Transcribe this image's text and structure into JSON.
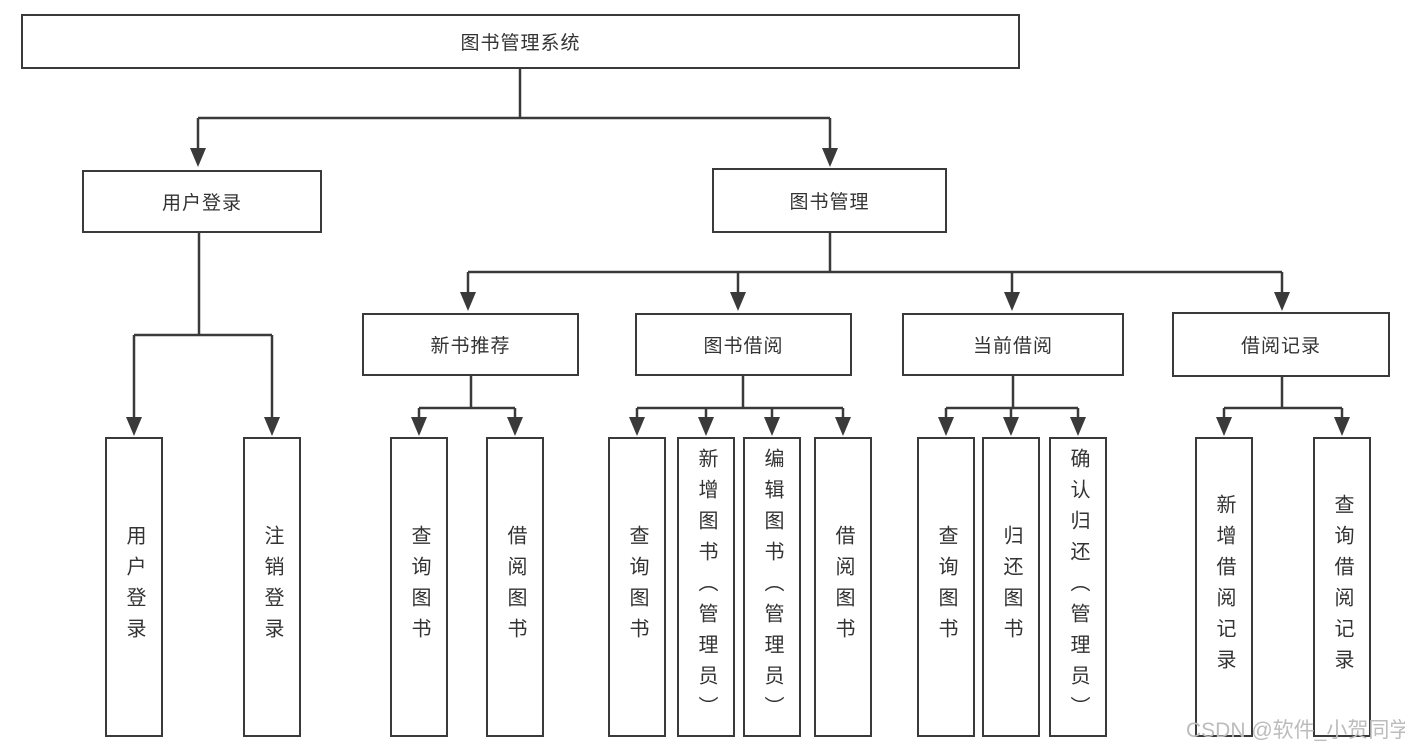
{
  "diagram": {
    "type": "tree-structure-chart",
    "colors": {
      "line": "#3a3a3a",
      "border": "#3a3a3a",
      "text": "#333333",
      "background": "#ffffff",
      "watermark": "#bcbcbc"
    },
    "nodes": {
      "root": "图书管理系统",
      "user_login": "用户登录",
      "book_mgmt": "图书管理",
      "new_book_rec": "新书推荐",
      "book_borrow": "图书借阅",
      "current_borrow": "当前借阅",
      "borrow_record": "借阅记录",
      "leaf_user_login": "用户登录",
      "leaf_logout": "注销登录",
      "leaf_query_book_1": "查询图书",
      "leaf_borrow_book_1": "借阅图书",
      "leaf_query_book_2": "查询图书",
      "leaf_add_book_admin": "新增图书（管理员）",
      "leaf_edit_book_admin": "编辑图书（管理员）",
      "leaf_borrow_book_2": "借阅图书",
      "leaf_query_book_3": "查询图书",
      "leaf_return_book": "归还图书",
      "leaf_confirm_return_admin": "确认归还（管理员）",
      "leaf_add_borrow_record": "新增借阅记录",
      "leaf_query_borrow_record": "查询借阅记录"
    },
    "hierarchy": {
      "图书管理系统": [
        "用户登录",
        "图书管理"
      ],
      "用户登录": [
        "用户登录",
        "注销登录"
      ],
      "图书管理": [
        "新书推荐",
        "图书借阅",
        "当前借阅",
        "借阅记录"
      ],
      "新书推荐": [
        "查询图书",
        "借阅图书"
      ],
      "图书借阅": [
        "查询图书",
        "新增图书（管理员）",
        "编辑图书（管理员）",
        "借阅图书"
      ],
      "当前借阅": [
        "查询图书",
        "归还图书",
        "确认归还（管理员）"
      ],
      "借阅记录": [
        "新增借阅记录",
        "查询借阅记录"
      ]
    }
  },
  "watermark": {
    "text": "CSDN @软件_小贺同学"
  }
}
